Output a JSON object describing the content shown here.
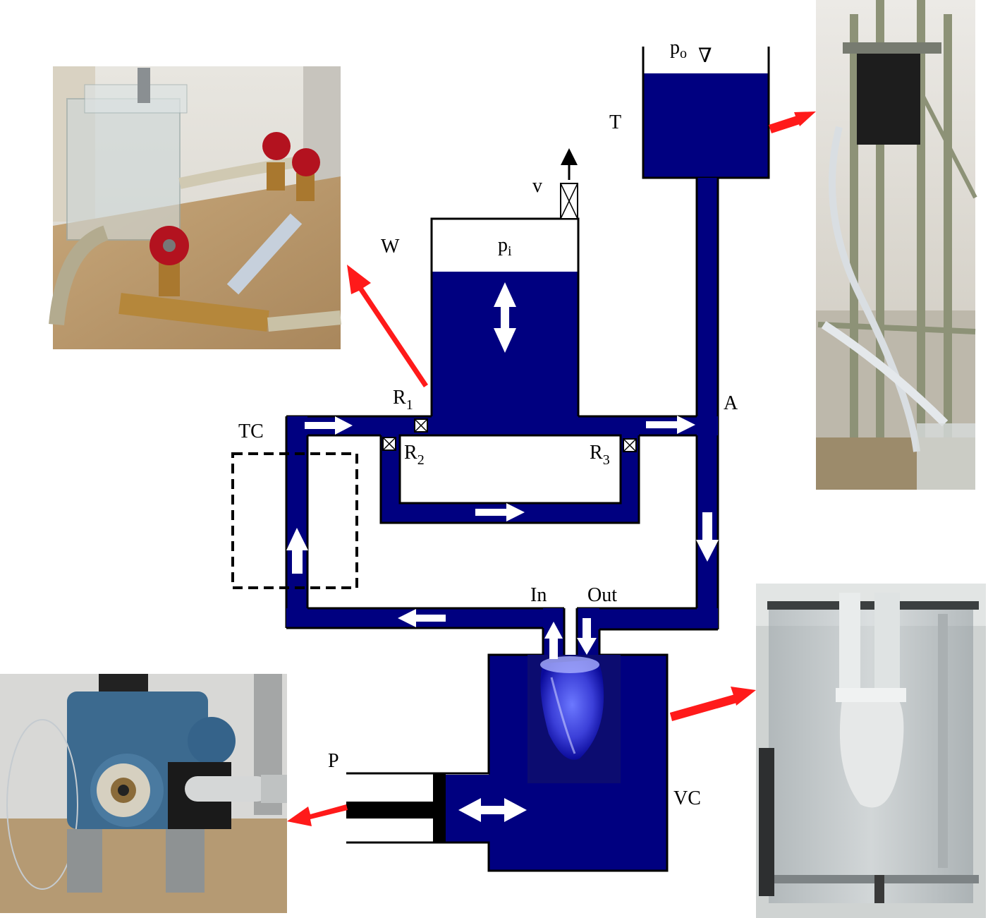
{
  "labels": {
    "T": "T",
    "po_main": "p",
    "po_sub": "o",
    "free_surface": "∇",
    "v": "v",
    "W": "W",
    "pi_main": "p",
    "pi_sub": "i",
    "R1_main": "R",
    "R1_sub": "1",
    "R2_main": "R",
    "R2_sub": "2",
    "R3_main": "R",
    "R3_sub": "3",
    "A": "A",
    "TC": "TC",
    "In": "In",
    "Out": "Out",
    "P": "P",
    "VC": "VC"
  },
  "colors": {
    "fluid": "#000080",
    "flow_arrow": "#ffffff",
    "callout_arrow": "#ff1a1a",
    "wall": "#000000",
    "tc_box": "#000000"
  },
  "photos": [
    {
      "name": "windkessel-photo",
      "depicts": "acrylic-tank-with-valves"
    },
    {
      "name": "reservoir-photo",
      "depicts": "elevated-tank-on-frame"
    },
    {
      "name": "ventricle-chamber-photo",
      "depicts": "silicone-ventricle-in-acrylic-box"
    },
    {
      "name": "pump-photo",
      "depicts": "motor-piston-drive"
    }
  ]
}
